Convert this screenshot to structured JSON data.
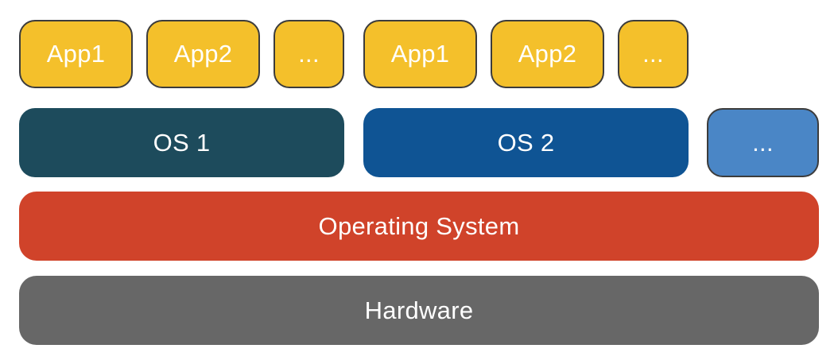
{
  "colors": {
    "app": "#f4c02b",
    "os1": "#1d4b5c",
    "os2": "#0f5494",
    "os_more": "#4a86c6",
    "operating_system": "#d0432a",
    "hardware": "#676767"
  },
  "apps_group_1": [
    "App1",
    "App2",
    "..."
  ],
  "apps_group_2": [
    "App1",
    "App2",
    "..."
  ],
  "os_layer": {
    "os1": "OS 1",
    "os2": "OS 2",
    "more": "..."
  },
  "operating_system_layer": "Operating System",
  "hardware_layer": "Hardware"
}
